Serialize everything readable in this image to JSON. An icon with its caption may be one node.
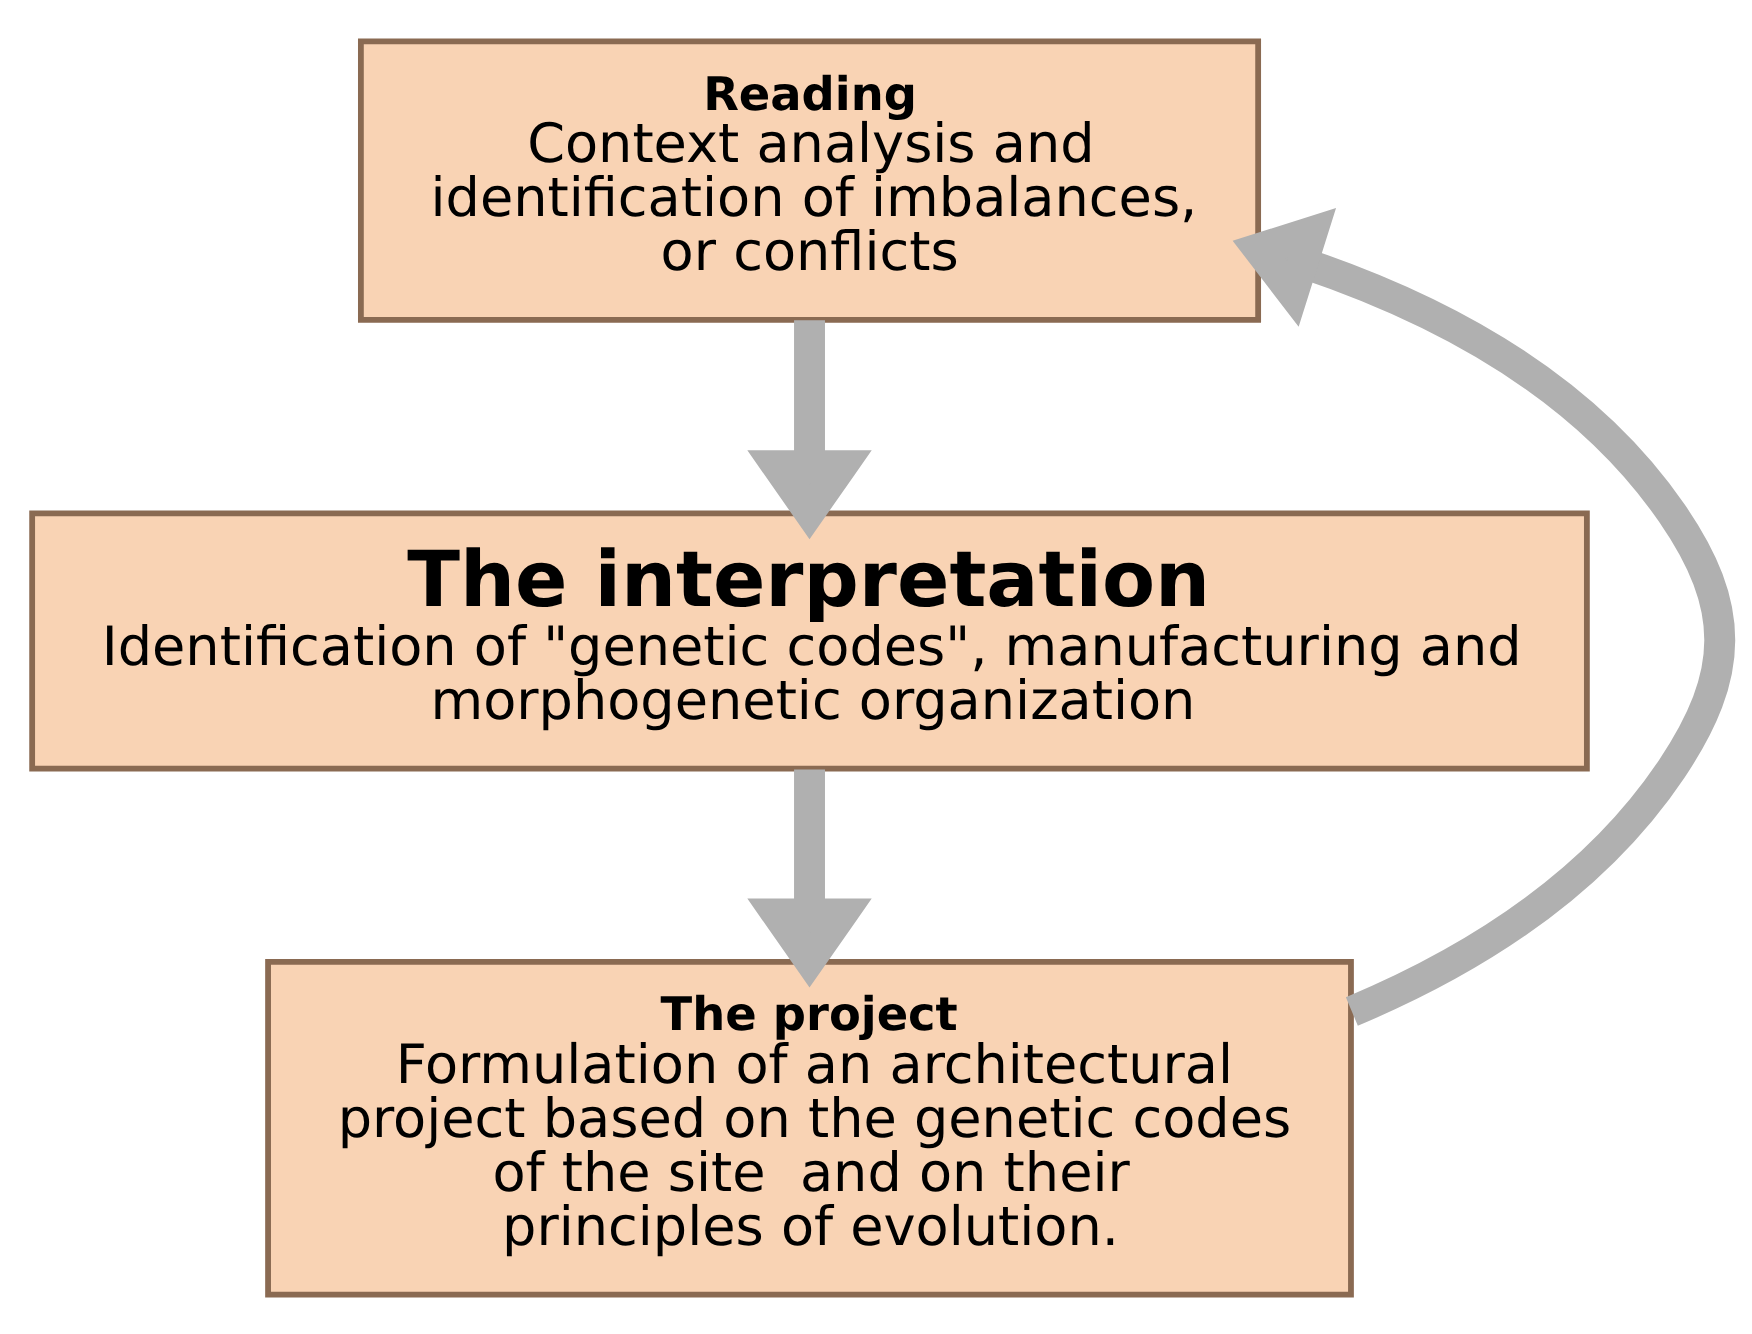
{
  "diagram": {
    "nodes": [
      {
        "text": [
          "Reading",
          "Context analysis and identification of imbalances, or conflicts"
        ]
      },
      {
        "text": [
          "The interpretation",
          "Identification of \"genetic codes\", manufacturing and morphogenetic organization"
        ]
      },
      {
        "text": [
          "The project",
          "Formulation of an architectural project based on the genetic codes of the site  and on their principles of evolution."
        ]
      }
    ],
    "edges": [
      {
        "from": 0,
        "to": 1,
        "arrow": "to"
      },
      {
        "from": 1,
        "to": 2,
        "arrow": "to"
      },
      {
        "from": 2,
        "to": 0,
        "arrow": "to"
      }
    ]
  }
}
